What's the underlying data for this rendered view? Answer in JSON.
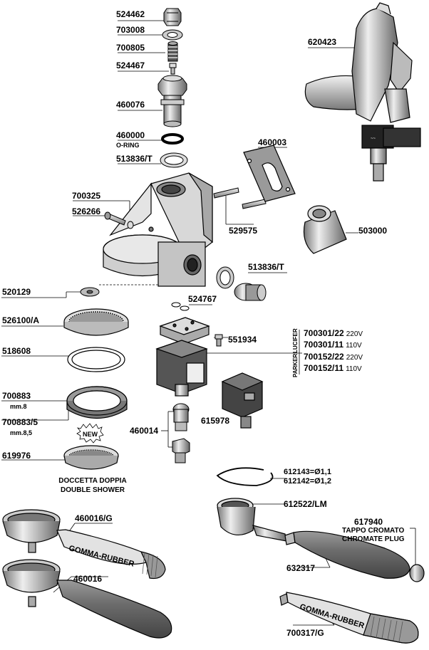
{
  "labels": {
    "p524462": "524462",
    "p703008": "703008",
    "p700805": "700805",
    "p524467": "524467",
    "p460076": "460076",
    "p460000": "460000",
    "o_ring": "O-RING",
    "p513836t_a": "513836/T",
    "p620423": "620423",
    "p460003": "460003",
    "p700325": "700325",
    "p526266": "526266",
    "p529575": "529575",
    "p503000": "503000",
    "p513836t_b": "513836/T",
    "p520129": "520129",
    "p524767": "524767",
    "p526100a": "526100/A",
    "p551934": "551934",
    "p518608": "518608",
    "p700883": "700883",
    "mm8": "mm.8",
    "p700883_5": "700883/5",
    "mm85": "mm.8,5",
    "new_badge": "NEW",
    "p460014": "460014",
    "p615978": "615978",
    "p619976": "619976",
    "doccetta": "DOCCETTA DOPPIA",
    "double_shower": "DOUBLE SHOWER",
    "p612143": "612143=Ø1,1",
    "p612142": "612142=Ø1,2",
    "p612522lm": "612522/LM",
    "p460016g": "460016/G",
    "p617940": "617940",
    "tappo": "TAPPO CROMATO",
    "chromate_plug": "CHROMATE PLUG",
    "p632317": "632317",
    "p460016": "460016",
    "p700317g": "700317/G",
    "gomma_rubber": "GOMMA-RUBBER"
  },
  "valves": {
    "brand_lucifer": "LUCIFER",
    "brand_parker": "PARKER",
    "rows": [
      {
        "code": "700301/22",
        "volt": "220V"
      },
      {
        "code": "700301/11",
        "volt": "110V"
      },
      {
        "code": "700152/22",
        "volt": "220V"
      },
      {
        "code": "700152/11",
        "volt": "110V"
      }
    ]
  }
}
